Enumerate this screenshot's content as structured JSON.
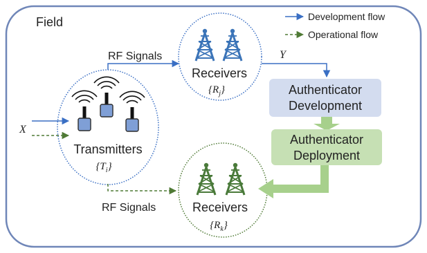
{
  "field": {
    "label": "Field"
  },
  "legend": {
    "development": "Development flow",
    "operational": "Operational flow"
  },
  "inputs": {
    "x_label": "X",
    "y_label": "Y"
  },
  "top": {
    "rf_label": "RF Signals",
    "receivers_label": "Receivers",
    "receivers_set": "{R",
    "receivers_sub": "j",
    "receivers_close": "}"
  },
  "transmitters": {
    "label": "Transmitters",
    "set": "{T",
    "sub": "i",
    "close": "}"
  },
  "bottom": {
    "rf_label": "RF Signals",
    "receivers_label": "Receivers",
    "receivers_set": "{R",
    "receivers_sub": "k",
    "receivers_close": "}"
  },
  "authenticator": {
    "development_line1": "Authenticator",
    "development_line2": "Development",
    "deployment_line1": "Authenticator",
    "deployment_line2": "Deployment"
  },
  "colors": {
    "field_border": "#6f86b8",
    "development": "#3a6fc4",
    "operational": "#4f7a35",
    "dev_box": "#d3dcef",
    "deploy_box": "#c6e0b4",
    "deploy_arrow": "#a7d08c",
    "dev_tower": "#3b74b8",
    "op_tower": "#4a7a3a"
  }
}
